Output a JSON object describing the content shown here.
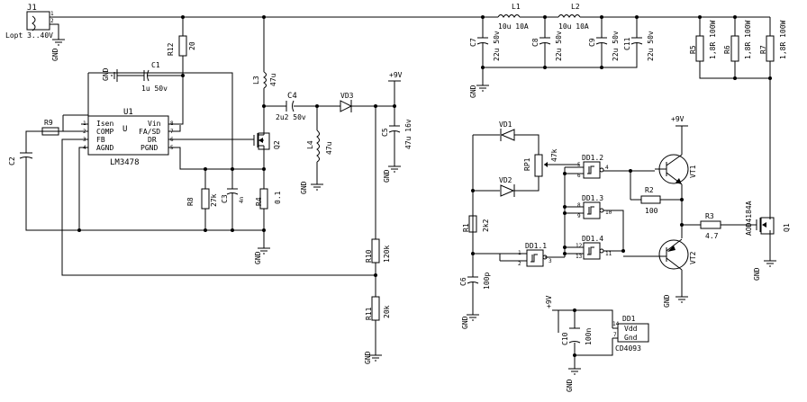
{
  "connector": {
    "ref": "J1",
    "label": "Lopt 3..40V",
    "pin1": "1",
    "pin2": "2"
  },
  "gnd": "GND",
  "vcc": "+9V",
  "ic": {
    "ref": "U1",
    "part": "LM3478",
    "logo": "U",
    "left_pins": [
      {
        "num": "1",
        "name": "Isen"
      },
      {
        "num": "2",
        "name": "COMP"
      },
      {
        "num": "3",
        "name": "FB"
      },
      {
        "num": "4",
        "name": "AGND"
      }
    ],
    "right_pins": [
      {
        "num": "8",
        "name": "Vin"
      },
      {
        "num": "7",
        "name": "FA/SD"
      },
      {
        "num": "6",
        "name": "DR"
      },
      {
        "num": "5",
        "name": "PGND"
      }
    ]
  },
  "components": {
    "R12": {
      "ref": "R12",
      "value": "20"
    },
    "C1": {
      "ref": "C1",
      "value": "1u 50v"
    },
    "R9": {
      "ref": "R9",
      "value": ""
    },
    "C2": {
      "ref": "C2",
      "value": ""
    },
    "R8": {
      "ref": "R8",
      "value": "27k"
    },
    "C3": {
      "ref": "C3",
      "value": "4n"
    },
    "R4": {
      "ref": "R4",
      "value": "0.1"
    },
    "Q2": {
      "ref": "Q2"
    },
    "L3": {
      "ref": "L3",
      "value": "47u"
    },
    "C4": {
      "ref": "C4",
      "value": "2u2 50v"
    },
    "VD3": {
      "ref": "VD3"
    },
    "L4": {
      "ref": "L4",
      "value": "47u"
    },
    "C5": {
      "ref": "C5",
      "value": "47u 16v"
    },
    "R10": {
      "ref": "R10",
      "value": "120k"
    },
    "R11": {
      "ref": "R11",
      "value": "20k"
    },
    "L1": {
      "ref": "L1",
      "value": "10u 10A"
    },
    "L2": {
      "ref": "L2",
      "value": "10u 10A"
    },
    "C7": {
      "ref": "C7",
      "value": "22u 50v"
    },
    "C8": {
      "ref": "C8",
      "value": "22u 50v"
    },
    "C9": {
      "ref": "C9",
      "value": "22u 50v"
    },
    "C11": {
      "ref": "C11",
      "value": "22u 50v"
    },
    "R5": {
      "ref": "R5",
      "value": "1,8R 100W"
    },
    "R6": {
      "ref": "R6",
      "value": "1,8R 100W"
    },
    "R7": {
      "ref": "R7",
      "value": "1,8R 100W"
    },
    "VD1": {
      "ref": "VD1"
    },
    "VD2": {
      "ref": "VD2"
    },
    "RP1": {
      "ref": "RP1",
      "value": "47k"
    },
    "R1": {
      "ref": "R1",
      "value": "2k2"
    },
    "C6": {
      "ref": "C6",
      "value": "100p"
    },
    "DD1_1": {
      "ref": "DD1.1"
    },
    "DD1_2": {
      "ref": "DD1.2"
    },
    "DD1_3": {
      "ref": "DD1.3"
    },
    "DD1_4": {
      "ref": "DD1.4"
    },
    "R2": {
      "ref": "R2",
      "value": "100"
    },
    "R3": {
      "ref": "R3",
      "value": "4.7"
    },
    "VT1": {
      "ref": "VT1"
    },
    "VT2": {
      "ref": "VT2"
    },
    "Q1": {
      "ref": "Q1",
      "value": "AOD4184A"
    },
    "C10": {
      "ref": "C10",
      "value": "100n"
    },
    "DD1": {
      "ref": "DD1",
      "part": "CD4093",
      "vdd": "Vdd",
      "gnd": "Gnd",
      "pin14": "14",
      "pin7": "7"
    }
  },
  "gate_pins": {
    "DD1_1": {
      "a": "1",
      "b": "2",
      "y": "3"
    },
    "DD1_2": {
      "a": "5",
      "b": "6",
      "y": "4"
    },
    "DD1_3": {
      "a": "8",
      "b": "9",
      "y": "10"
    },
    "DD1_4": {
      "a": "12",
      "b": "13",
      "y": "11"
    }
  }
}
